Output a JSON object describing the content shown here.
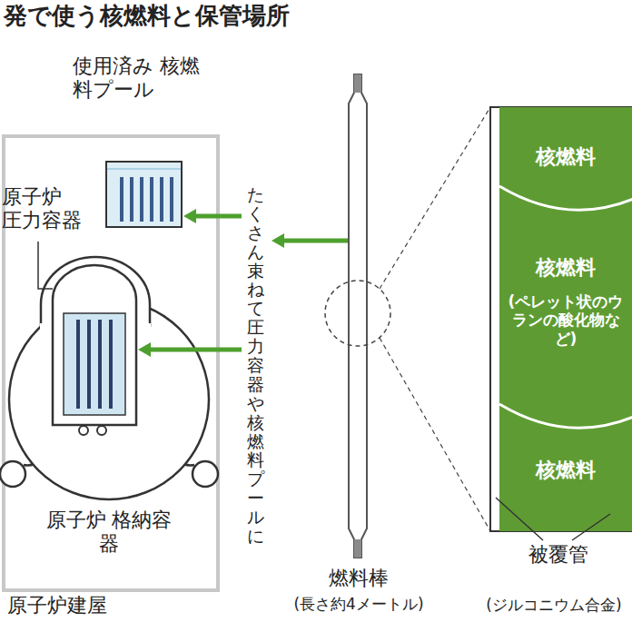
{
  "diagram": {
    "title": "発で使う核燃料と保管場所",
    "nodes": [
      {
        "text": [
          "原子炉建屋"
        ]
      },
      {
        "text": [
          "使用済み 核燃料プール"
        ],
        "in": 0
      },
      {
        "text": [
          "原子炉 格納容器"
        ],
        "in": 0
      },
      {
        "text": [
          "原子炉 圧力容器"
        ],
        "in": 2
      },
      {
        "text": [
          "燃料棒",
          "(長さ約4メートル)"
        ]
      },
      {
        "text": [
          "たくさん束ねて圧力容器や核燃料プールに"
        ]
      },
      {
        "text": [
          "核燃料"
        ]
      },
      {
        "text": [
          "核燃料",
          "(ペレット状のウランの酸化物など)"
        ]
      },
      {
        "text": [
          "核燃料"
        ]
      }
    ],
    "edges": [
      {
        "from": 4,
        "to": 5,
        "arrow": "to"
      },
      {
        "from": 5,
        "to": 1,
        "arrow": "to"
      },
      {
        "from": 5,
        "to": 3,
        "arrow": "to"
      }
    ],
    "labels": [
      "被覆管",
      "(ジルコニウム合金)"
    ]
  }
}
